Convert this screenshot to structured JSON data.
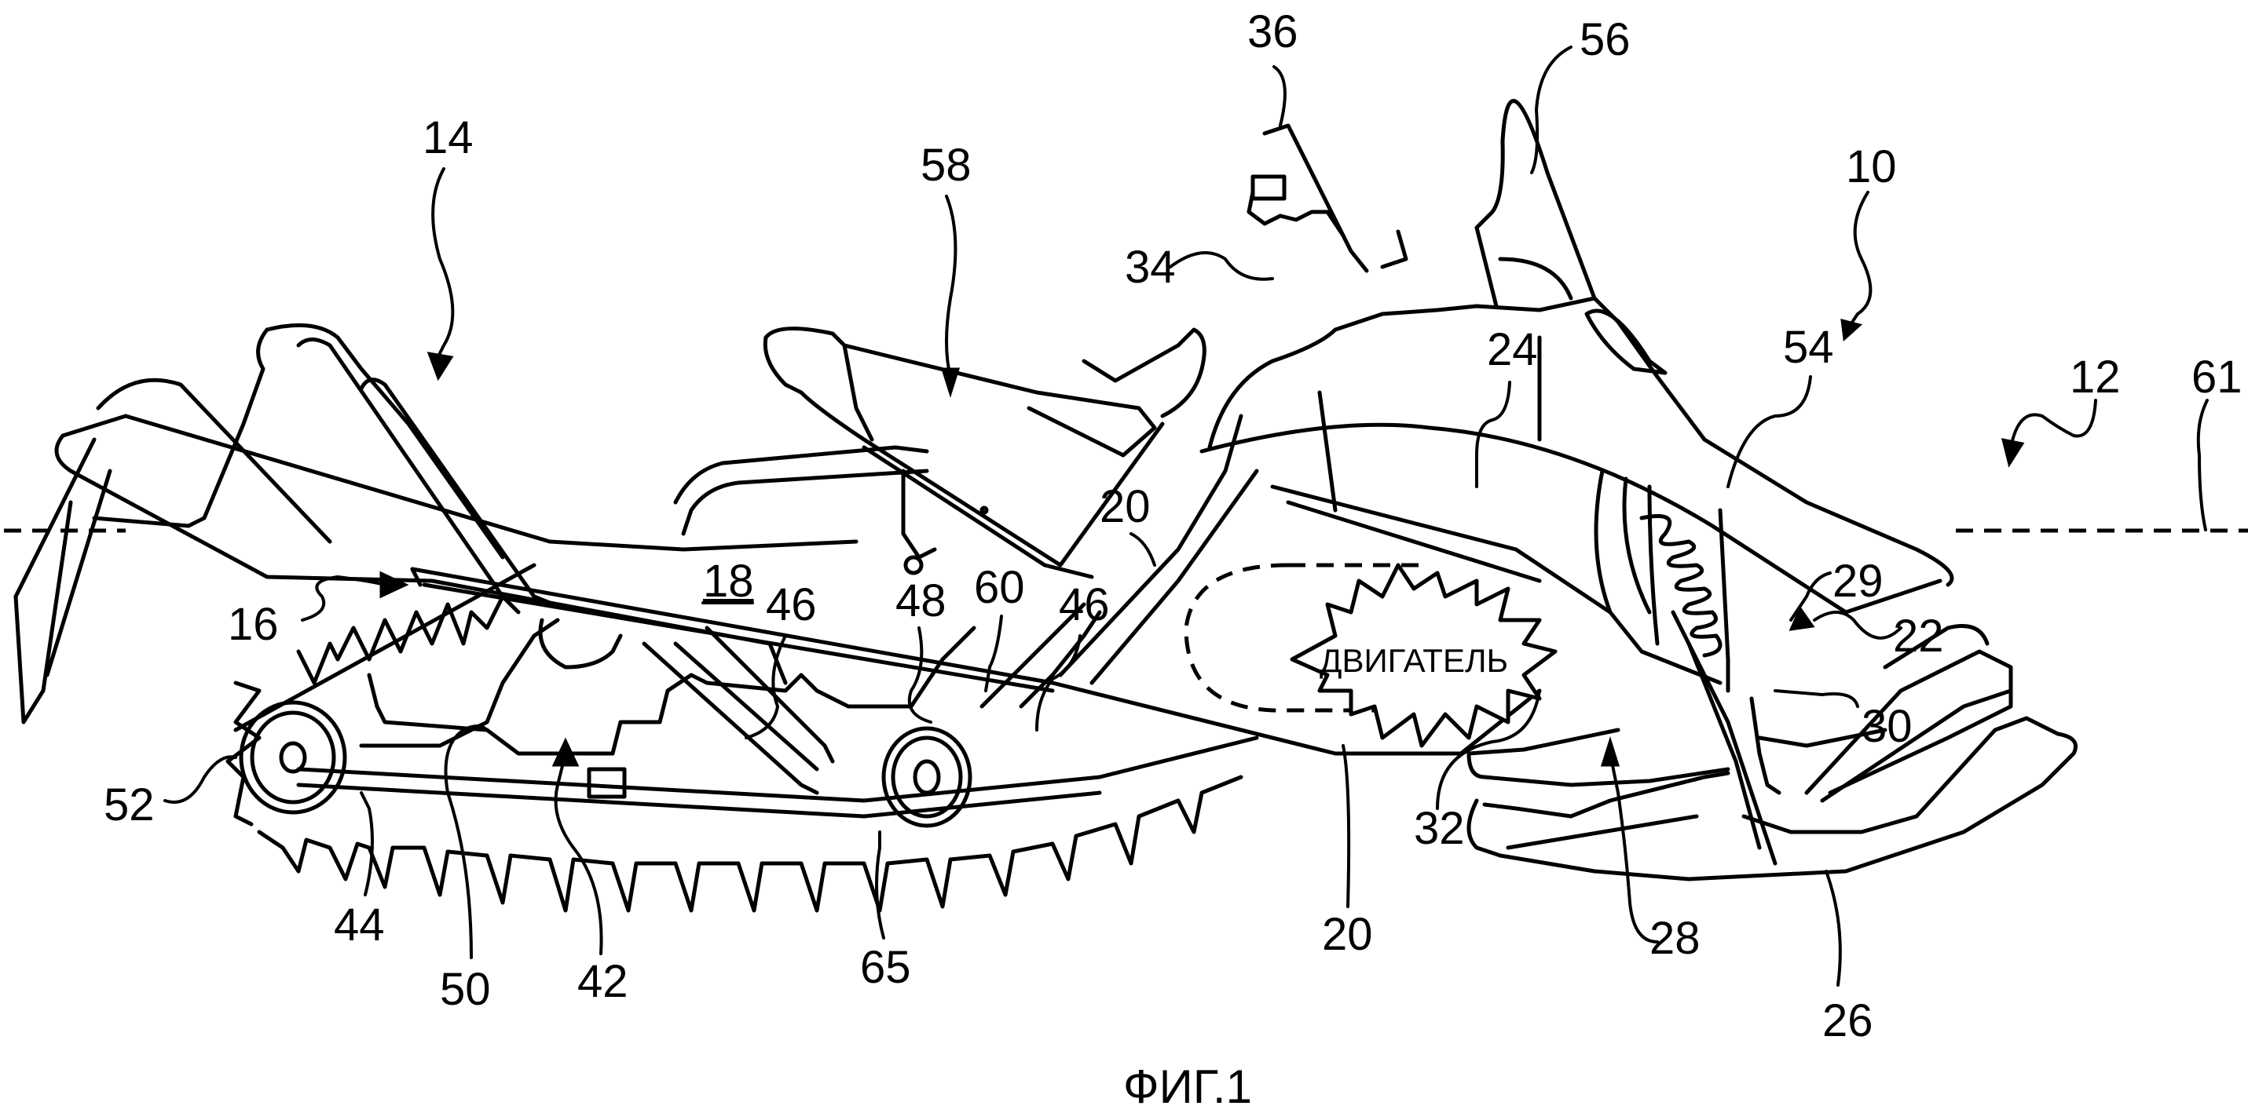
{
  "figure": {
    "caption": "ФИГ.1",
    "engine_label": "ДВИГАТЕЛЬ"
  },
  "reference_numerals": {
    "r10": "10",
    "r12": "12",
    "r14": "14",
    "r16": "16",
    "r18": "18",
    "r20a": "20",
    "r20b": "20",
    "r22": "22",
    "r24": "24",
    "r26": "26",
    "r28": "28",
    "r29": "29",
    "r30": "30",
    "r32": "32",
    "r34": "34",
    "r36": "36",
    "r42": "42",
    "r44": "44",
    "r46a": "46",
    "r46b": "46",
    "r48": "48",
    "r50": "50",
    "r52": "52",
    "r54": "54",
    "r56": "56",
    "r58": "58",
    "r60": "60",
    "r61": "61",
    "r65": "65"
  },
  "colors": {
    "ink": "#000000",
    "paper": "#ffffff"
  }
}
